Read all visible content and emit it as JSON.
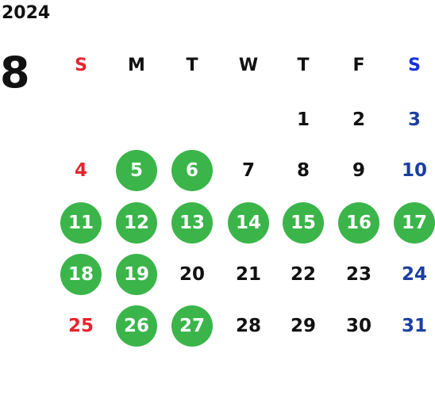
{
  "year": "2024",
  "month": "8",
  "weekdays": [
    "S",
    "M",
    "T",
    "W",
    "T",
    "F",
    "S"
  ],
  "weeks": [
    [
      null,
      null,
      null,
      null,
      1,
      2,
      3
    ],
    [
      4,
      5,
      6,
      7,
      8,
      9,
      10
    ],
    [
      11,
      12,
      13,
      14,
      15,
      16,
      17
    ],
    [
      18,
      19,
      20,
      21,
      22,
      23,
      24
    ],
    [
      25,
      26,
      27,
      28,
      29,
      30,
      31
    ]
  ],
  "highlighted_days": [
    5,
    6,
    11,
    12,
    13,
    14,
    15,
    16,
    17,
    18,
    19,
    26,
    27
  ],
  "colors": {
    "sunday": "#e8232b",
    "saturday": "#1b3fa0",
    "saturday_header": "#1530e0",
    "weekday": "#111111",
    "highlight_fill": "#3bb54a",
    "highlight_text": "#ffffff"
  }
}
